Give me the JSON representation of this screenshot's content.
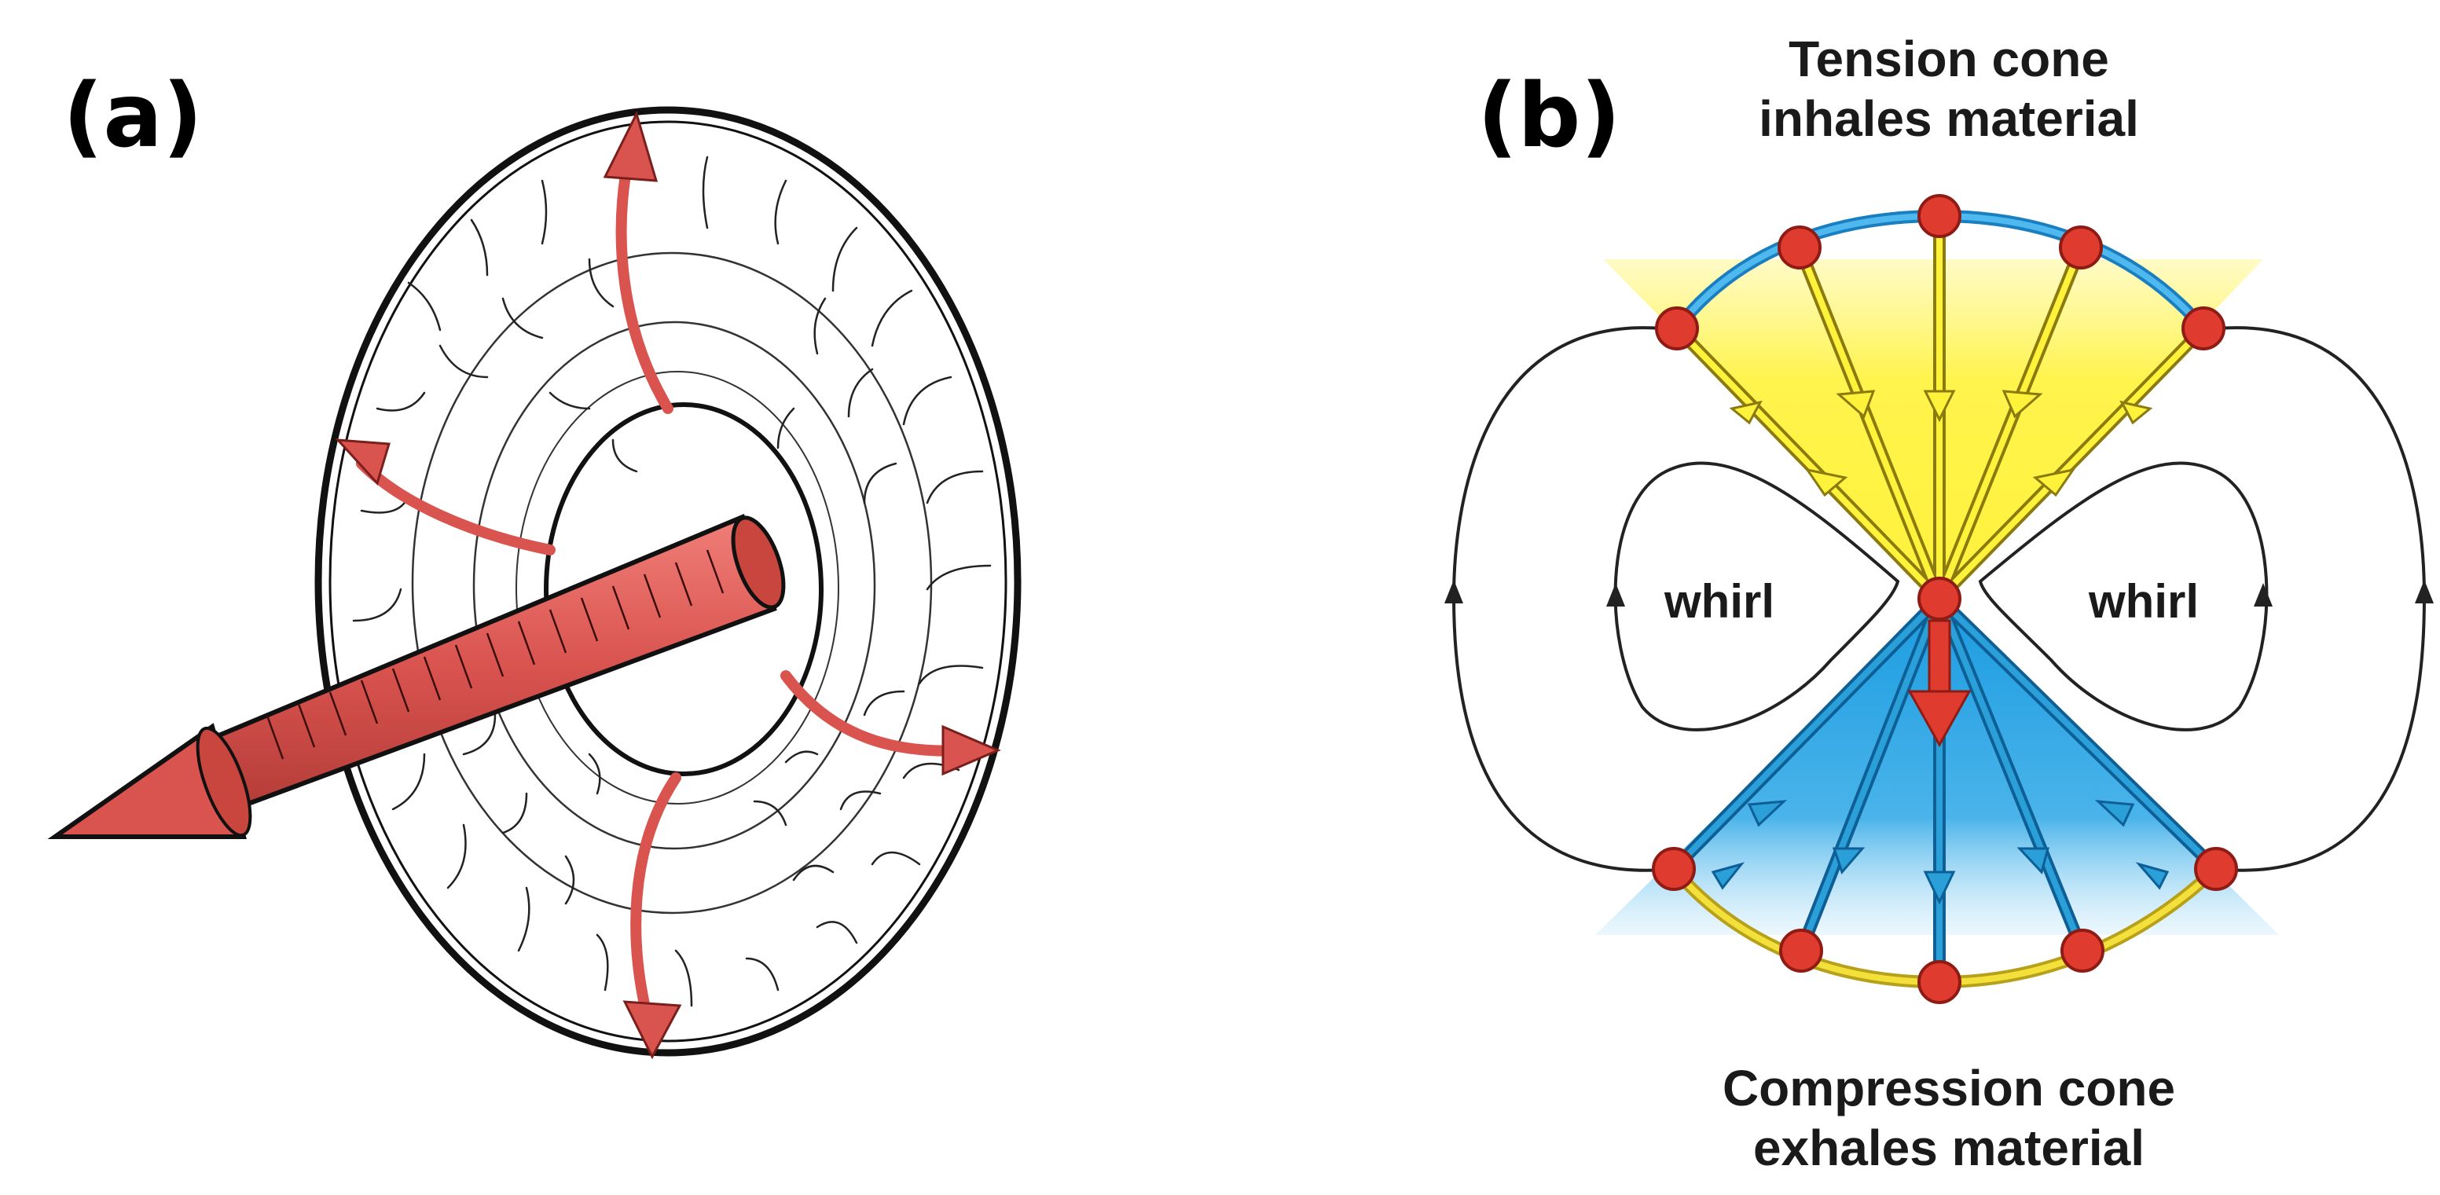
{
  "panels": {
    "a": {
      "label": "(a)"
    },
    "b": {
      "label": "(b)",
      "tension_caption": {
        "line1": "Tension cone",
        "line2": "inhales material"
      },
      "compression_caption": {
        "line1": "Compression cone",
        "line2": "exhales material"
      },
      "whirl_left": "whirl",
      "whirl_right": "whirl"
    }
  },
  "colors": {
    "arrow_red": "#d9534f",
    "node_red": "#e03b2f",
    "tension_yellow": "#fff23a",
    "compression_blue": "#1a9be0",
    "arc_blue": "#2a9fd8",
    "arc_yellow": "#f3e03a",
    "line_dark": "#222222"
  }
}
